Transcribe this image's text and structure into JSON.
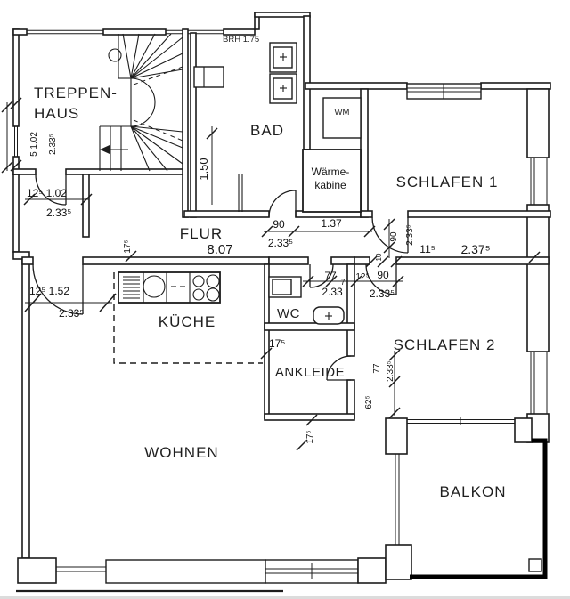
{
  "rooms": {
    "treppenhaus_line1": "TREPPEN-",
    "treppenhaus_line2": "HAUS",
    "bad": "BAD",
    "schlafen1": "SCHLAFEN 1",
    "schlafen2": "SCHLAFEN 2",
    "flur": "FLUR",
    "flur_area": "8.07",
    "kueche": "KÜCHE",
    "wc": "WC",
    "ankleide": "ANKLEIDE",
    "wohnen": "WOHNEN",
    "balkon": "BALKON",
    "waermekabine_line1": "Wärme-",
    "waermekabine_line2": "kabine",
    "wm": "WM"
  },
  "annotations": {
    "brh": "BRH 1.75"
  },
  "dimensions": {
    "left_door_width": "5 1.02",
    "left_door_height": "2.33⁵",
    "th_door": "12⁵ 1.02",
    "th_door_height": "2.33⁵",
    "entry_door": "12⁵ 1.52",
    "entry_door_height": "2.33⁵",
    "flur_wall_thickness": "17⁵",
    "bad_door_width": "90",
    "bad_wall_segment": "1.37",
    "bad_door_height": "2.33⁵",
    "bad_width": "1.50",
    "s1_door_width": "90",
    "s1_door_height": "2.33⁵",
    "s1_jamb": "11⁵",
    "s1_wall": "2.37⁵",
    "s1_small": "10",
    "wc_door_width": "77",
    "wc_jamb": "7",
    "s2_jamb": "12⁵",
    "s2_door_width": "90",
    "wc_door_height": "2.33",
    "s2_door_height": "2.33⁵",
    "ankleide_wall": "17⁵",
    "ankleide_door_width": "77",
    "ankleide_door_height": "2.33⁵",
    "ankleide_segment": "62⁵",
    "ankleide_wall_bottom": "17⁵"
  },
  "colors": {
    "wall_stroke": "#1c1c1c",
    "balcony_stroke": "#000000",
    "background": "#ffffff"
  }
}
